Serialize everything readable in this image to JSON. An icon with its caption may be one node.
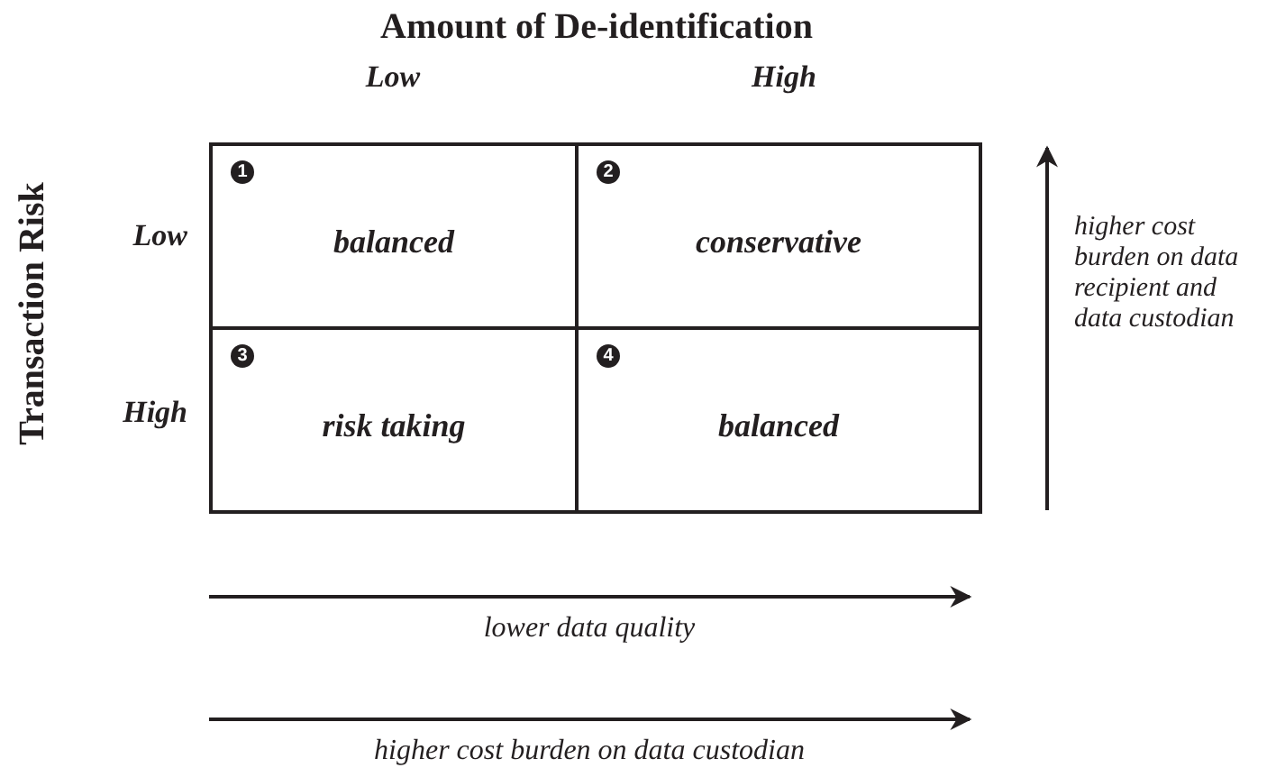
{
  "diagram": {
    "title": "Amount of De-identification",
    "nodes": [
      {
        "text": [
          "1",
          "balanced"
        ]
      },
      {
        "text": [
          "2",
          "conservative"
        ]
      },
      {
        "text": [
          "3",
          "risk taking"
        ]
      },
      {
        "text": [
          "4",
          "balanced"
        ]
      }
    ],
    "edges": [],
    "labels": [
      "Low",
      "High",
      "Transaction Risk",
      "Low",
      "High",
      "higher cost burden on data recipient and data custodian",
      "lower data quality",
      "higher cost burden on data custodian"
    ]
  }
}
